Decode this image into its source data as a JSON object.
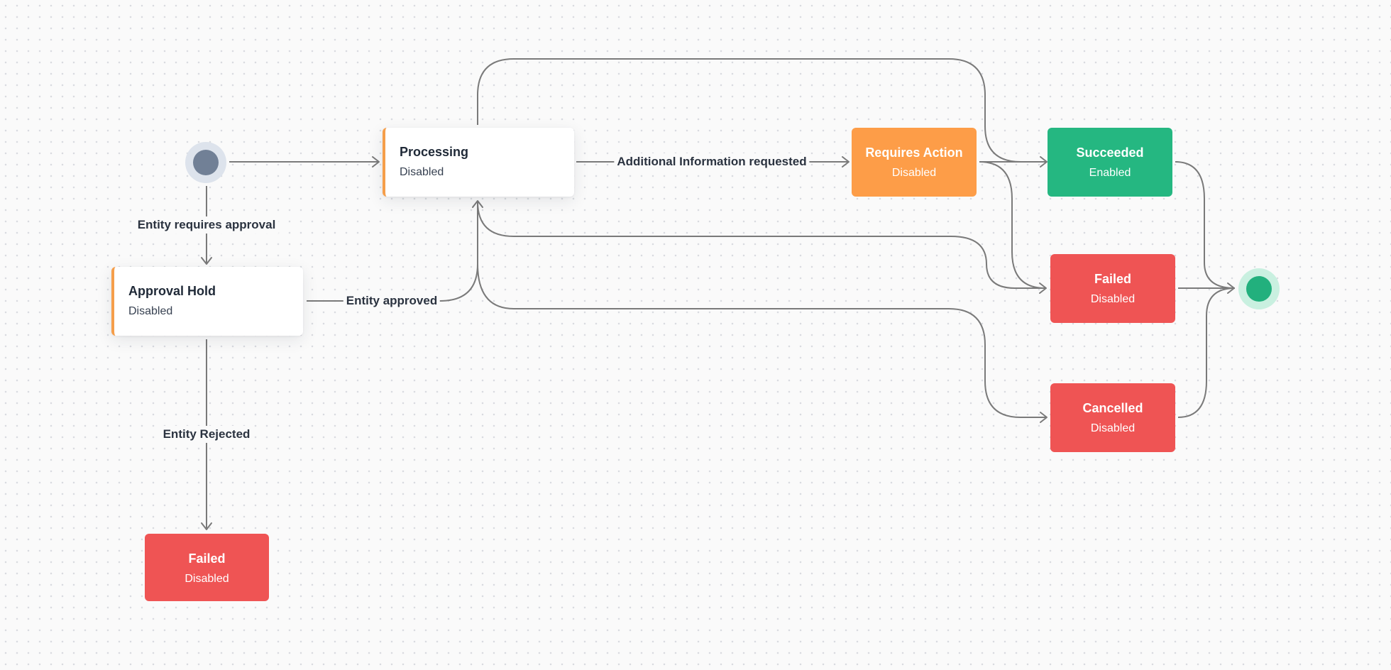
{
  "colors": {
    "start_fill": "#718096",
    "start_ring": "#dde3ec",
    "end_fill": "#22b07d",
    "end_ring": "#c9f0e0",
    "accent_orange": "#f59e4a",
    "node_orange": "#fd9d48",
    "node_green": "#25b781",
    "node_red": "#ef5454",
    "edge": "#7a7a7a"
  },
  "nodes": {
    "processing": {
      "title": "Processing",
      "status": "Disabled"
    },
    "approval_hold": {
      "title": "Approval Hold",
      "status": "Disabled"
    },
    "requires_action": {
      "title": "Requires Action",
      "status": "Disabled"
    },
    "succeeded": {
      "title": "Succeeded",
      "status": "Enabled"
    },
    "failed_main": {
      "title": "Failed",
      "status": "Disabled"
    },
    "cancelled": {
      "title": "Cancelled",
      "status": "Disabled"
    },
    "failed_rejected": {
      "title": "Failed",
      "status": "Disabled"
    }
  },
  "edges": {
    "entity_requires_approval": "Entity requires approval",
    "entity_approved": "Entity approved",
    "additional_info": "Additional Information requested",
    "entity_rejected": "Entity Rejected"
  }
}
